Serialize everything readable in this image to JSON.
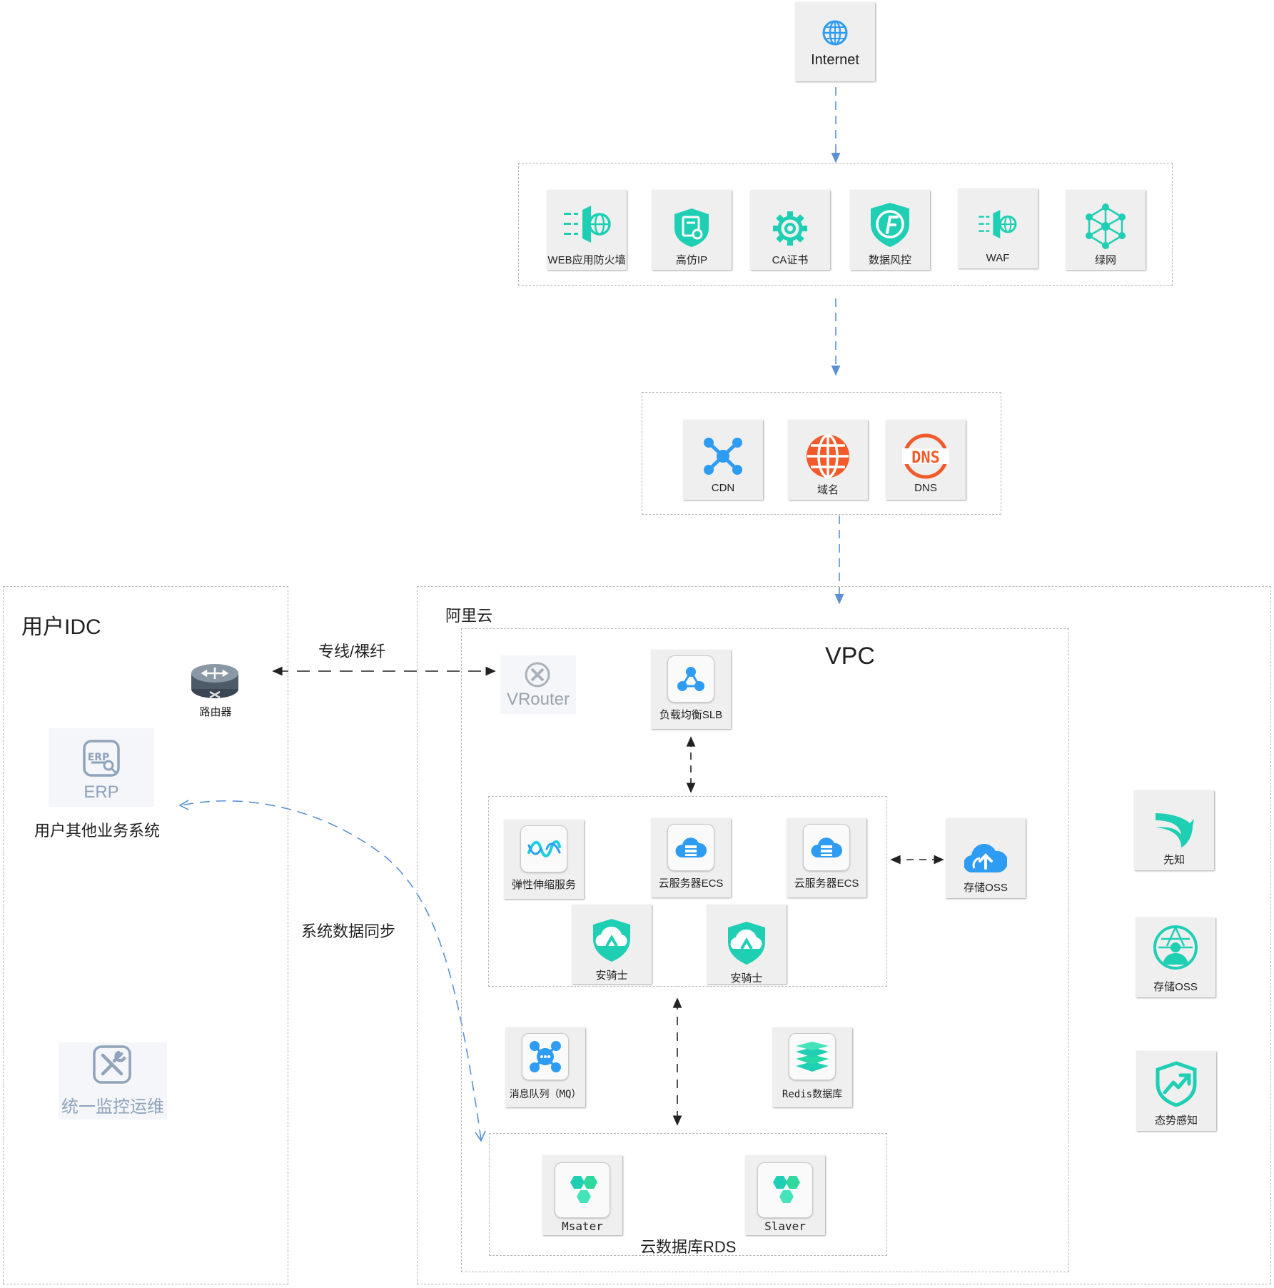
{
  "internet": {
    "label": "Internet",
    "icon": "globe-icon"
  },
  "security_group": {
    "items": [
      {
        "label": "WEB应用防火墙",
        "icon": "web-firewall-icon"
      },
      {
        "label": "高仿IP",
        "icon": "shield-doc-icon"
      },
      {
        "label": "CA证书",
        "icon": "gear-icon"
      },
      {
        "label": "数据风控",
        "icon": "f-shield-icon"
      },
      {
        "label": "WAF",
        "icon": "waf-icon"
      },
      {
        "label": "绿网",
        "icon": "network-mesh-icon"
      }
    ]
  },
  "edge_group": {
    "items": [
      {
        "label": "CDN",
        "icon": "cdn-icon"
      },
      {
        "label": "域名",
        "icon": "domain-globe-icon"
      },
      {
        "label": "DNS",
        "icon": "dns-icon"
      }
    ]
  },
  "idc": {
    "title": "用户IDC",
    "router_label": "路由器",
    "erp_text": "ERP",
    "erp_caption": "用户其他业务系统",
    "monitor_label": "统一监控运维"
  },
  "links": {
    "leased_line": "专线/裸纤",
    "sync": "系统数据同步"
  },
  "aliyun": {
    "title": "阿里云",
    "vpc_title": "VPC",
    "vrouter_label": "VRouter",
    "slb_label": "负载均衡SLB",
    "compute": {
      "autoscale_label": "弹性伸缩服务",
      "ecs1_label": "云服务器ECS",
      "ecs2_label": "云服务器ECS",
      "aegis1_label": "安骑士",
      "aegis2_label": "安骑士"
    },
    "oss_label": "存储OSS",
    "mq_label": "消息队列（MQ）",
    "redis_label": "Redis数据库",
    "rds": {
      "master_label": "Msater",
      "slave_label": "Slaver",
      "caption": "云数据库RDS"
    },
    "right_services": [
      {
        "label": "先知",
        "icon": "bird-icon"
      },
      {
        "label": "存储OSS",
        "icon": "user-globe-icon"
      },
      {
        "label": "态势感知",
        "icon": "trend-shield-icon"
      }
    ]
  },
  "colors": {
    "teal": "#1fcfb4",
    "blue": "#2f9cf4",
    "orange": "#f25a2c",
    "grey_icon": "#8aa0b8",
    "line_blue": "#5b8fd6"
  }
}
